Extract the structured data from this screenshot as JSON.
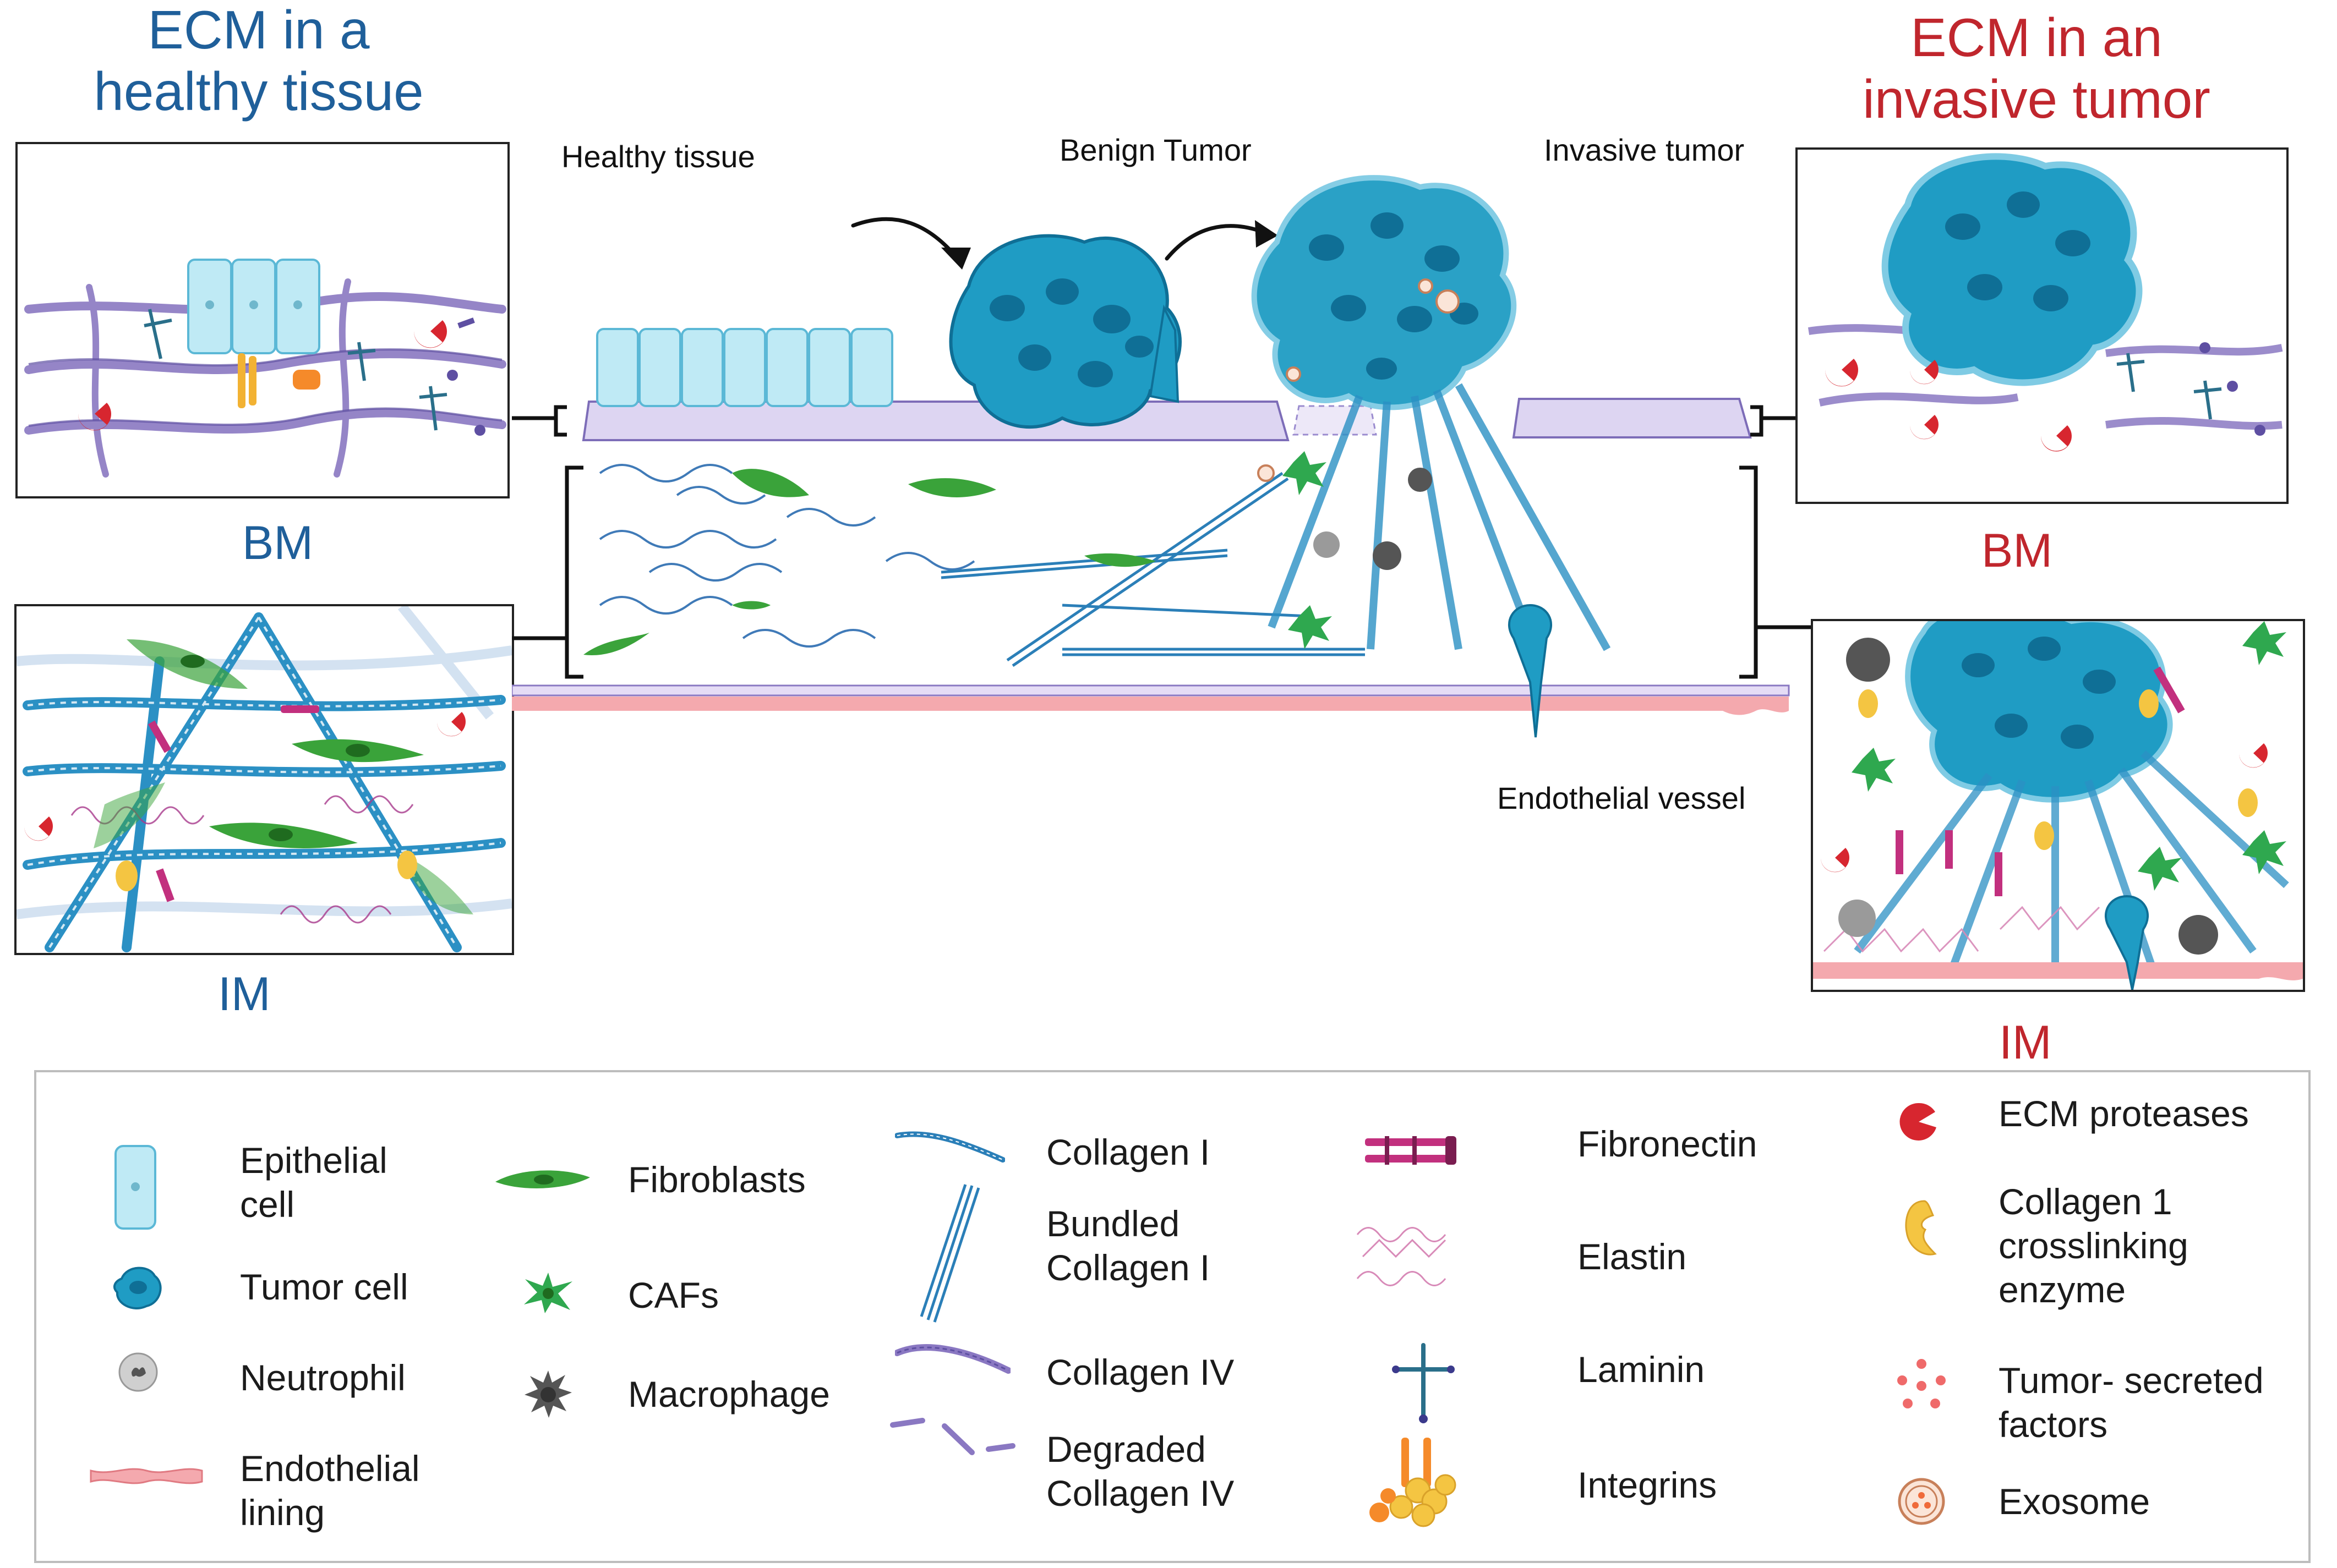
{
  "titles": {
    "healthy": [
      "ECM in a",
      "healthy tissue"
    ],
    "invasive": [
      "ECM in an",
      "invasive tumor"
    ]
  },
  "panel_labels": {
    "healthy_bm": "BM",
    "healthy_im": "IM",
    "tumor_bm": "BM",
    "tumor_im": "IM"
  },
  "stage_labels": {
    "healthy": "Healthy tissue",
    "benign": "Benign Tumor",
    "invasive": "Invasive tumor",
    "vessel": "Endothelial vessel"
  },
  "legend": {
    "epithelial": [
      "Epithelial",
      "cell"
    ],
    "tumor_cell": "Tumor cell",
    "neutrophil": "Neutrophil",
    "endothelial": [
      "Endothelial",
      "lining"
    ],
    "fibroblasts": "Fibroblasts",
    "cafs": "CAFs",
    "macrophage": "Macrophage",
    "collagen1": "Collagen I",
    "bundled": [
      "Bundled",
      "Collagen I"
    ],
    "collagen4": "Collagen IV",
    "degraded": [
      "Degraded",
      "Collagen IV"
    ],
    "fibronectin": "Fibronectin",
    "elastin": "Elastin",
    "laminin": "Laminin",
    "integrins": "Integrins",
    "proteases": "ECM proteases",
    "crosslink": [
      "Collagen 1",
      "crosslinking",
      "enzyme"
    ],
    "secreted": [
      "Tumor- secreted",
      "factors"
    ],
    "exosome": "Exosome"
  },
  "colors": {
    "title_blue": "#1f5f9a",
    "title_red": "#c0262d",
    "epithelial": "#bfeaf5",
    "tumor": "#1f9cc4",
    "tumor_dark": "#0f6f96",
    "fibroblast": "#3aa33a",
    "caf": "#2fa84f",
    "macrophage": "#555555",
    "collagen1": "#2b7fb8",
    "collagen4": "#8a78c2",
    "fibronectin": "#c2307e",
    "elastin": "#d88ab8",
    "laminin": "#2a6f8a",
    "integrin": "#f2b233",
    "protease": "#d7262f",
    "enzyme": "#f4c542",
    "secreted": "#ef6a6a",
    "endothelial": "#f4a9ae",
    "membrane": "#ddd5f2"
  },
  "icons": [
    "epithelial-cell-icon",
    "tumor-cell-icon",
    "neutrophil-icon",
    "endothelial-lining-icon",
    "fibroblast-icon",
    "caf-icon",
    "macrophage-icon",
    "collagen-i-icon",
    "bundled-collagen-icon",
    "collagen-iv-icon",
    "degraded-collagen-iv-icon",
    "fibronectin-icon",
    "elastin-icon",
    "laminin-icon",
    "integrin-icon",
    "protease-icon",
    "crosslinking-enzyme-icon",
    "secreted-factors-icon",
    "exosome-icon"
  ]
}
